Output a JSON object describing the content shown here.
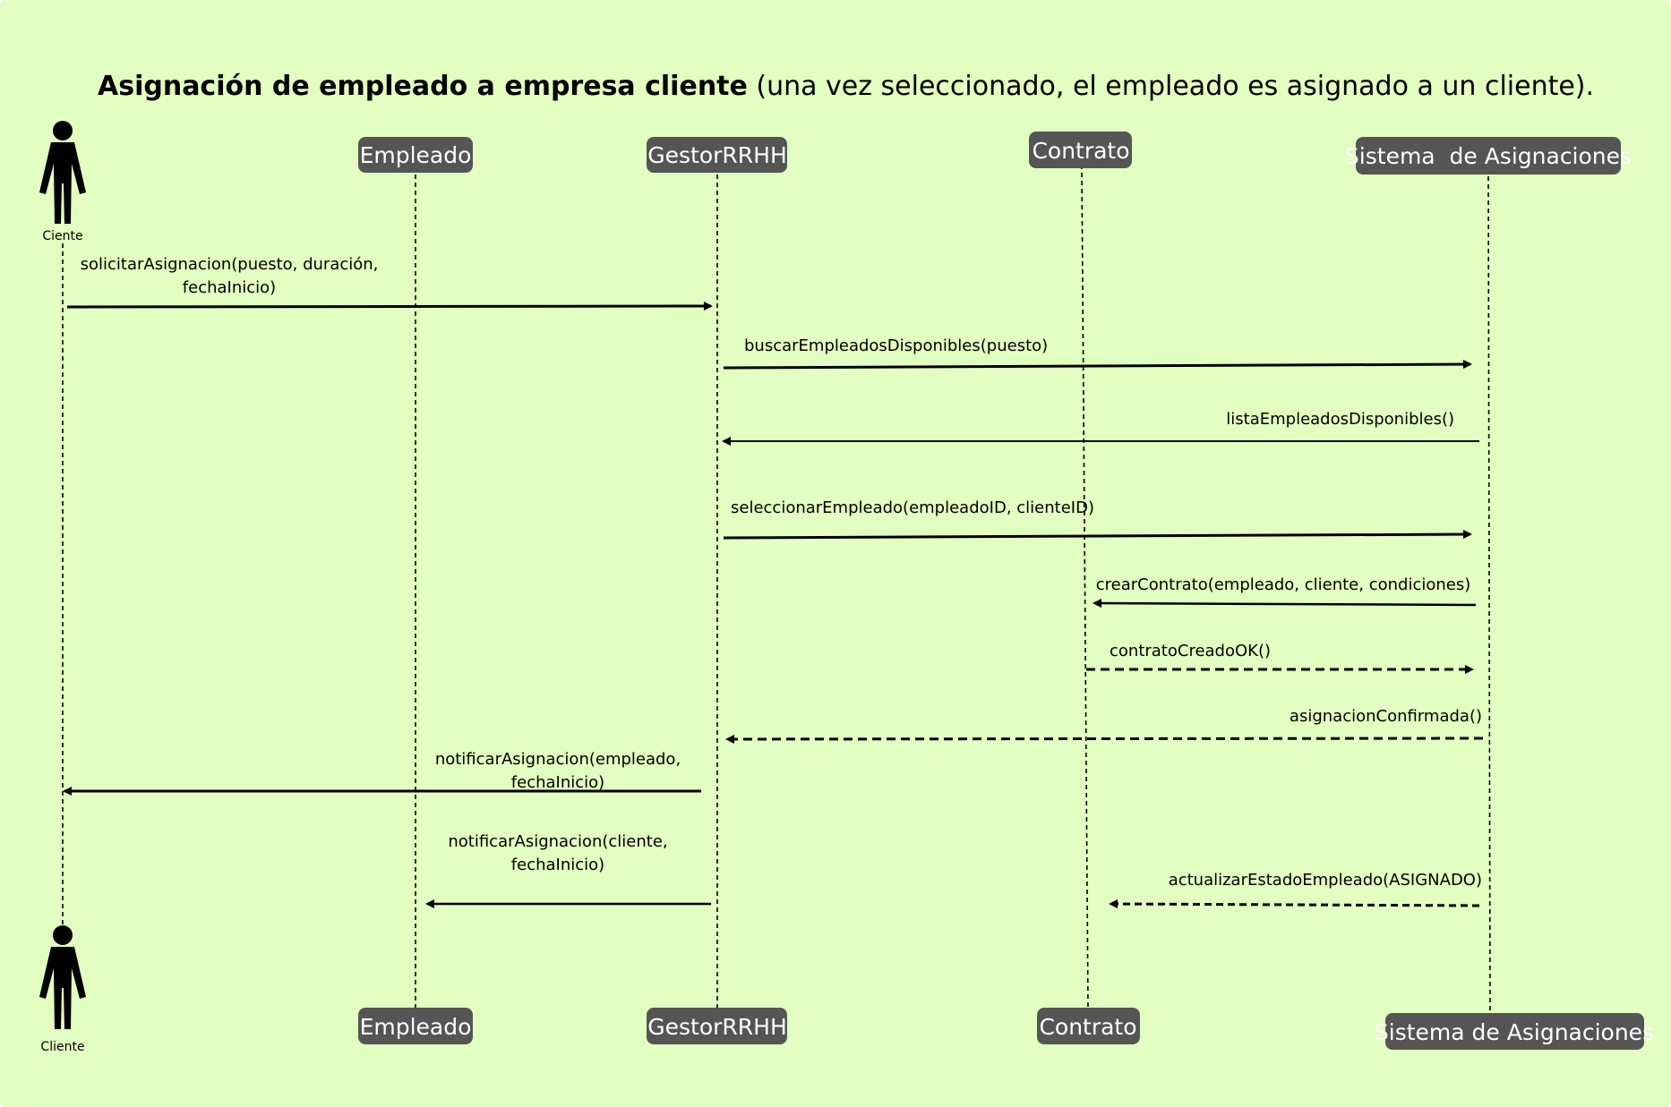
{
  "colors": {
    "background": "#e2fec0",
    "participant_box": "#555555",
    "participant_text": "#ffffff",
    "line": "#000000"
  },
  "title": {
    "bold": "Asignación de empleado a empresa cliente",
    "rest": " (una vez seleccionado, el empleado es asignado a un cliente)."
  },
  "actor": {
    "top_label": "Ciente",
    "bottom_label": "Cliente",
    "icon": "person-icon"
  },
  "participants": {
    "empleado": {
      "top": "Empleado",
      "bottom": "Empleado"
    },
    "gestor": {
      "top": "GestorRRHH",
      "bottom": "GestorRRHH"
    },
    "contrato": {
      "top": "Contrato",
      "bottom": "Contrato"
    },
    "sistema": {
      "top": "Sistema  de Asignaciones",
      "bottom": "Sistema de Asignaciones"
    }
  },
  "messages": [
    {
      "id": "m1",
      "from": "cliente",
      "to": "gestor",
      "style": "solid",
      "lines": [
        "solicitarAsignacion(puesto, duración,",
        "fechaInicio)"
      ]
    },
    {
      "id": "m2",
      "from": "gestor",
      "to": "sistema",
      "style": "solid",
      "lines": [
        "buscarEmpleadosDisponibles(puesto)"
      ]
    },
    {
      "id": "m3",
      "from": "sistema",
      "to": "gestor",
      "style": "solid",
      "lines": [
        "listaEmpleadosDisponibles()"
      ]
    },
    {
      "id": "m4",
      "from": "gestor",
      "to": "sistema",
      "style": "solid",
      "lines": [
        "seleccionarEmpleado(empleadoID, clienteID)"
      ]
    },
    {
      "id": "m5",
      "from": "sistema",
      "to": "contrato",
      "style": "solid",
      "lines": [
        "crearContrato(empleado, cliente, condiciones)"
      ]
    },
    {
      "id": "m6",
      "from": "contrato",
      "to": "sistema",
      "style": "dashed",
      "lines": [
        "contratoCreadoOK()"
      ]
    },
    {
      "id": "m7",
      "from": "sistema",
      "to": "gestor",
      "style": "dashed",
      "lines": [
        "asignacionConfirmada()"
      ]
    },
    {
      "id": "m8",
      "from": "gestor",
      "to": "cliente",
      "style": "solid",
      "lines": [
        "notificarAsignacion(empleado,",
        "fechaInicio)"
      ]
    },
    {
      "id": "m9",
      "from": "gestor",
      "to": "empleado",
      "style": "solid",
      "lines": [
        "notificarAsignacion(cliente,",
        "fechaInicio)"
      ]
    },
    {
      "id": "m10",
      "from": "sistema",
      "to": "contrato",
      "style": "dashed",
      "lines": [
        "actualizarEstadoEmpleado(ASIGNADO)"
      ]
    }
  ]
}
